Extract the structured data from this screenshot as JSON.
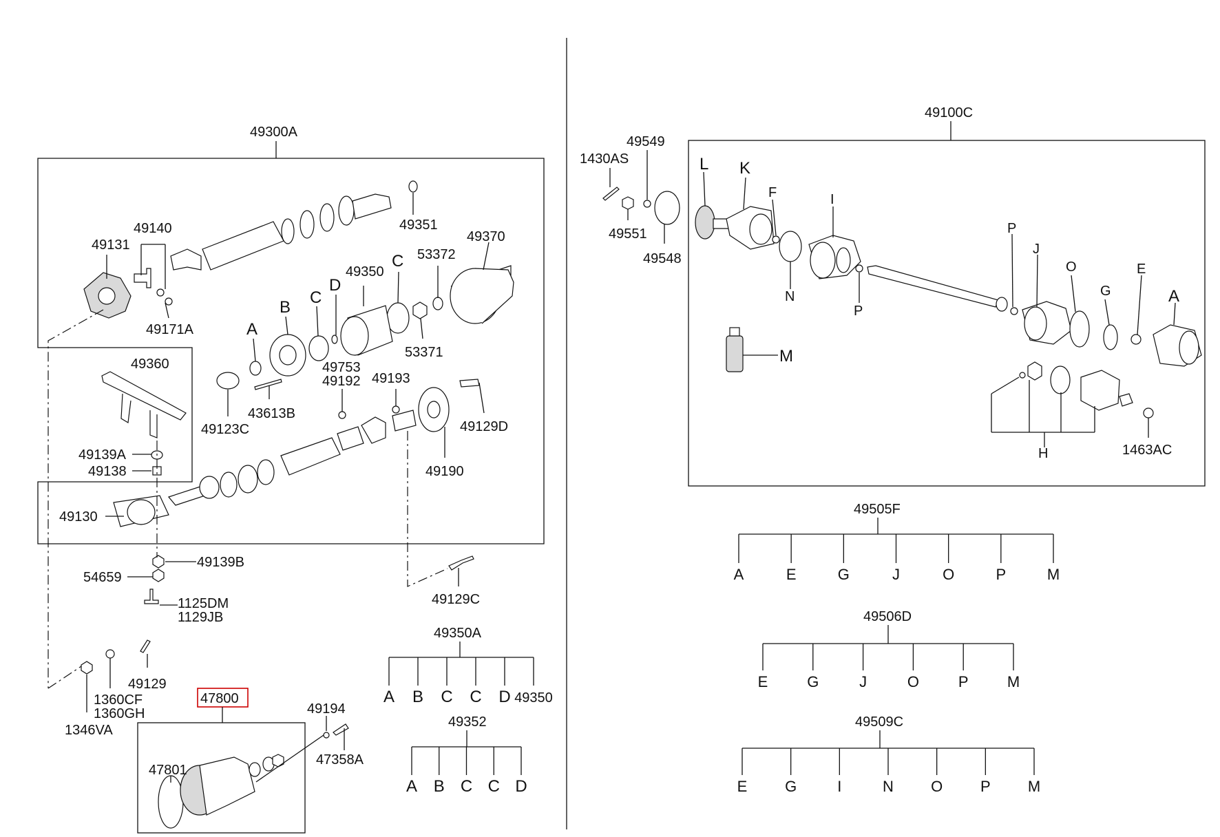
{
  "labels": {
    "g49300A": "49300A",
    "p49131": "49131",
    "p49140": "49140",
    "p49171A": "49171A",
    "p49351": "49351",
    "p49370": "49370",
    "p53372": "53372",
    "p49350": "49350",
    "p53371": "53371",
    "lA": "A",
    "lB": "B",
    "lC1": "C",
    "lD": "D",
    "lC2": "C",
    "p49753": "49753",
    "p49192": "49192",
    "p49193": "49193",
    "p49123C": "49123C",
    "p43613B": "43613B",
    "p49129D": "49129D",
    "p49360": "49360",
    "p49139A": "49139A",
    "p49138": "49138",
    "p49190": "49190",
    "p49130": "49130",
    "p49139B": "49139B",
    "p54659": "54659",
    "p49129C": "49129C",
    "p1125DM": "1125DM",
    "p1129JB": "1129JB",
    "p49129": "49129",
    "p1360CF": "1360CF",
    "p1360GH": "1360GH",
    "p1346VA": "1346VA",
    "p47800": "47800",
    "p49194": "49194",
    "p47358A": "47358A",
    "p47801": "47801",
    "g49100C": "49100C",
    "p1430AS": "1430AS",
    "p49549": "49549",
    "p49551": "49551",
    "p49548": "49548",
    "rL": "L",
    "rK": "K",
    "rF": "F",
    "rI": "I",
    "rN": "N",
    "rP1": "P",
    "rP2": "P",
    "rJ": "J",
    "rO": "O",
    "rG": "G",
    "rE": "E",
    "rA": "A",
    "rM": "M",
    "rH": "H",
    "p1463AC": "1463AC"
  },
  "kits": [
    {
      "id": "49350A",
      "items": [
        "A",
        "B",
        "C",
        "C",
        "D",
        "49350"
      ]
    },
    {
      "id": "49352",
      "items": [
        "A",
        "B",
        "C",
        "C",
        "D"
      ]
    },
    {
      "id": "49505F",
      "items": [
        "A",
        "E",
        "G",
        "J",
        "O",
        "P",
        "M"
      ]
    },
    {
      "id": "49506D",
      "items": [
        "E",
        "G",
        "J",
        "O",
        "P",
        "M"
      ]
    },
    {
      "id": "49509C",
      "items": [
        "E",
        "G",
        "I",
        "N",
        "O",
        "P",
        "M"
      ]
    }
  ]
}
